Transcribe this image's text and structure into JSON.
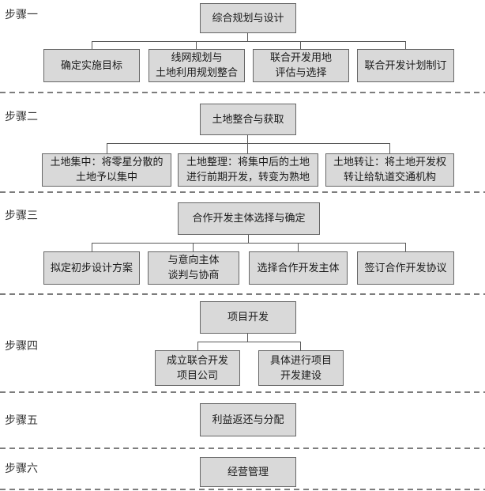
{
  "steps": [
    {
      "label": "步骤一",
      "root": "综合规划与设计",
      "children": [
        "确定实施目标",
        "线网规划与\n土地利用规划整合",
        "联合开发用地\n评估与选择",
        "联合开发计划制订"
      ]
    },
    {
      "label": "步骤二",
      "root": "土地整合与获取",
      "children": [
        "土地集中：将零星分散的\n土地予以集中",
        "土地整理：将集中后的土地\n进行前期开发，转变为熟地",
        "土地转让：将土地开发权\n转让给轨道交通机构"
      ]
    },
    {
      "label": "步骤三",
      "root": "合作开发主体选择与确定",
      "children": [
        "拟定初步设计方案",
        "与意向主体\n谈判与协商",
        "选择合作开发主体",
        "签订合作开发协议"
      ]
    },
    {
      "label": "步骤四",
      "root": "项目开发",
      "children": [
        "成立联合开发\n项目公司",
        "具体进行项目\n开发建设"
      ]
    },
    {
      "label": "步骤五",
      "root": "利益返还与分配",
      "children": []
    },
    {
      "label": "步骤六",
      "root": "经营管理",
      "children": []
    }
  ],
  "colors": {
    "box_fill": "#d9d9d9",
    "box_border": "#666666",
    "connector": "#595959",
    "separator": "#7d7d7d",
    "text": "#1a1a1a",
    "background": "#ffffff"
  }
}
